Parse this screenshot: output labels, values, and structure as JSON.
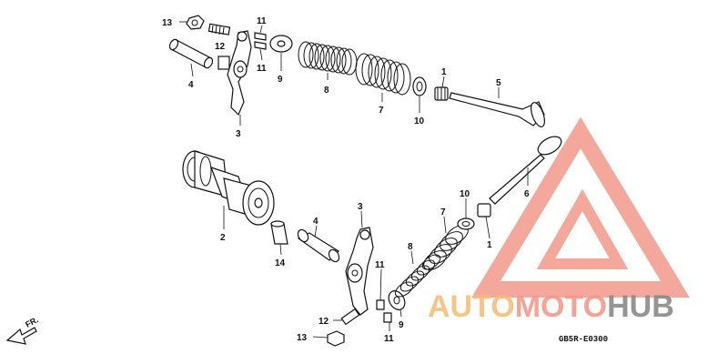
{
  "labels": {
    "l13a": "13",
    "l12a": "12",
    "l11a": "11",
    "l11b": "11",
    "l9a": "9",
    "l8a": "8",
    "l7a": "7",
    "l4a": "4",
    "l3a": "3",
    "l1a": "1",
    "l5": "5",
    "l10a": "10",
    "l6": "6",
    "l2": "2",
    "l14": "14",
    "l4b": "4",
    "l3b": "3",
    "l7b": "7",
    "l10b": "10",
    "l1b": "1",
    "l8b": "8",
    "l11c": "11",
    "l12b": "12",
    "l9b": "9",
    "l13b": "13",
    "l11d": "11"
  },
  "direction": "FR.",
  "diagram_code": "GB5R-E0300",
  "watermark": {
    "part1": "AUTO",
    "part2": "MOTO",
    "part3": "HUB"
  }
}
